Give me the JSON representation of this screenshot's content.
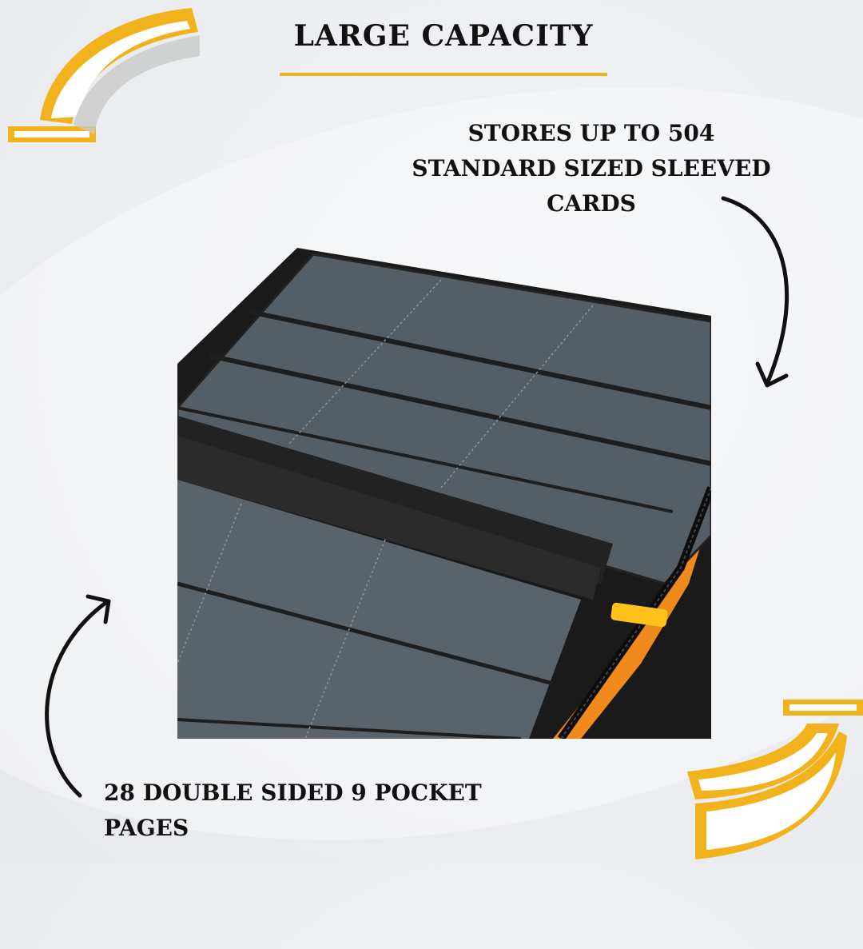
{
  "title": "LARGE CAPACITY",
  "caption_top": "STORES UP TO 504\nSTANDARD SIZED SLEEVED\nCARDS",
  "caption_bottom": "28 DOUBLE SIDED 9 POCKET PAGES",
  "colors": {
    "accent": "#f2b21b",
    "orange_lining": "#f08a1c",
    "binder_black": "#1a1a1a",
    "page_gray": "#555e64",
    "zipper_pull": "#ffc21a"
  },
  "icons": [
    "corner-swoosh-top-left",
    "corner-swoosh-bottom-right",
    "curved-arrow-right",
    "curved-arrow-left"
  ]
}
